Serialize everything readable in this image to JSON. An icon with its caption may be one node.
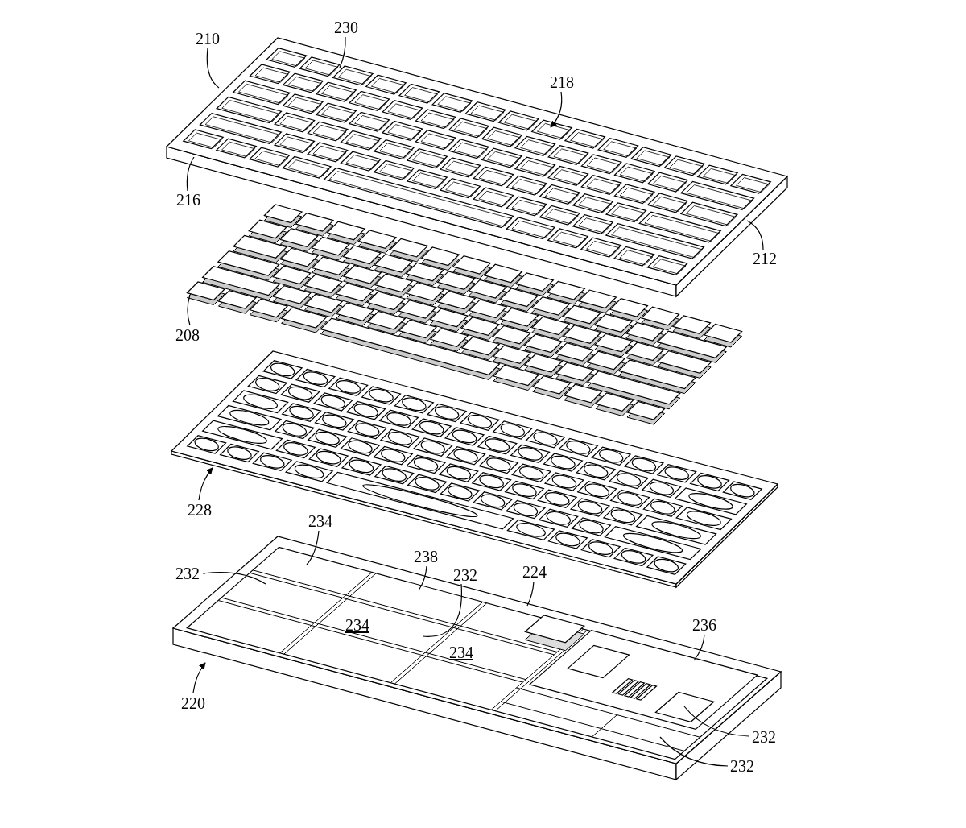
{
  "diagram": {
    "nodes": [
      {
        "text": [
          "230"
        ]
      },
      {
        "text": [
          "210"
        ]
      },
      {
        "text": [
          "218"
        ]
      },
      {
        "text": [
          "216"
        ]
      },
      {
        "text": [
          "212"
        ]
      },
      {
        "text": [
          "208"
        ]
      },
      {
        "text": [
          "228"
        ]
      },
      {
        "text": [
          "234"
        ]
      },
      {
        "text": [
          "238"
        ]
      },
      {
        "text": [
          "224"
        ]
      },
      {
        "text": [
          "232"
        ]
      },
      {
        "text": [
          "232"
        ]
      },
      {
        "text": [
          "236"
        ]
      },
      {
        "text": [
          "220"
        ]
      },
      {
        "text": [
          "232"
        ]
      },
      {
        "text": [
          "232"
        ]
      }
    ],
    "edges": [
      {
        "from": 0,
        "to": null,
        "arrow": "none"
      },
      {
        "from": 1,
        "to": null,
        "arrow": "none"
      },
      {
        "from": 2,
        "to": null,
        "arrow": "to"
      },
      {
        "from": 3,
        "to": null,
        "arrow": "none"
      },
      {
        "from": 4,
        "to": null,
        "arrow": "none"
      },
      {
        "from": 5,
        "to": null,
        "arrow": "none"
      },
      {
        "from": 6,
        "to": null,
        "arrow": "to"
      },
      {
        "from": 7,
        "to": null,
        "arrow": "none"
      },
      {
        "from": 8,
        "to": null,
        "arrow": "none"
      },
      {
        "from": 9,
        "to": null,
        "arrow": "none"
      },
      {
        "from": 10,
        "to": null,
        "arrow": "none"
      },
      {
        "from": 11,
        "to": null,
        "arrow": "none"
      },
      {
        "from": 12,
        "to": null,
        "arrow": "none"
      },
      {
        "from": 13,
        "to": null,
        "arrow": "to"
      },
      {
        "from": 14,
        "to": null,
        "arrow": "none"
      },
      {
        "from": 15,
        "to": null,
        "arrow": "none"
      }
    ],
    "labels": [
      "234",
      "234"
    ]
  }
}
